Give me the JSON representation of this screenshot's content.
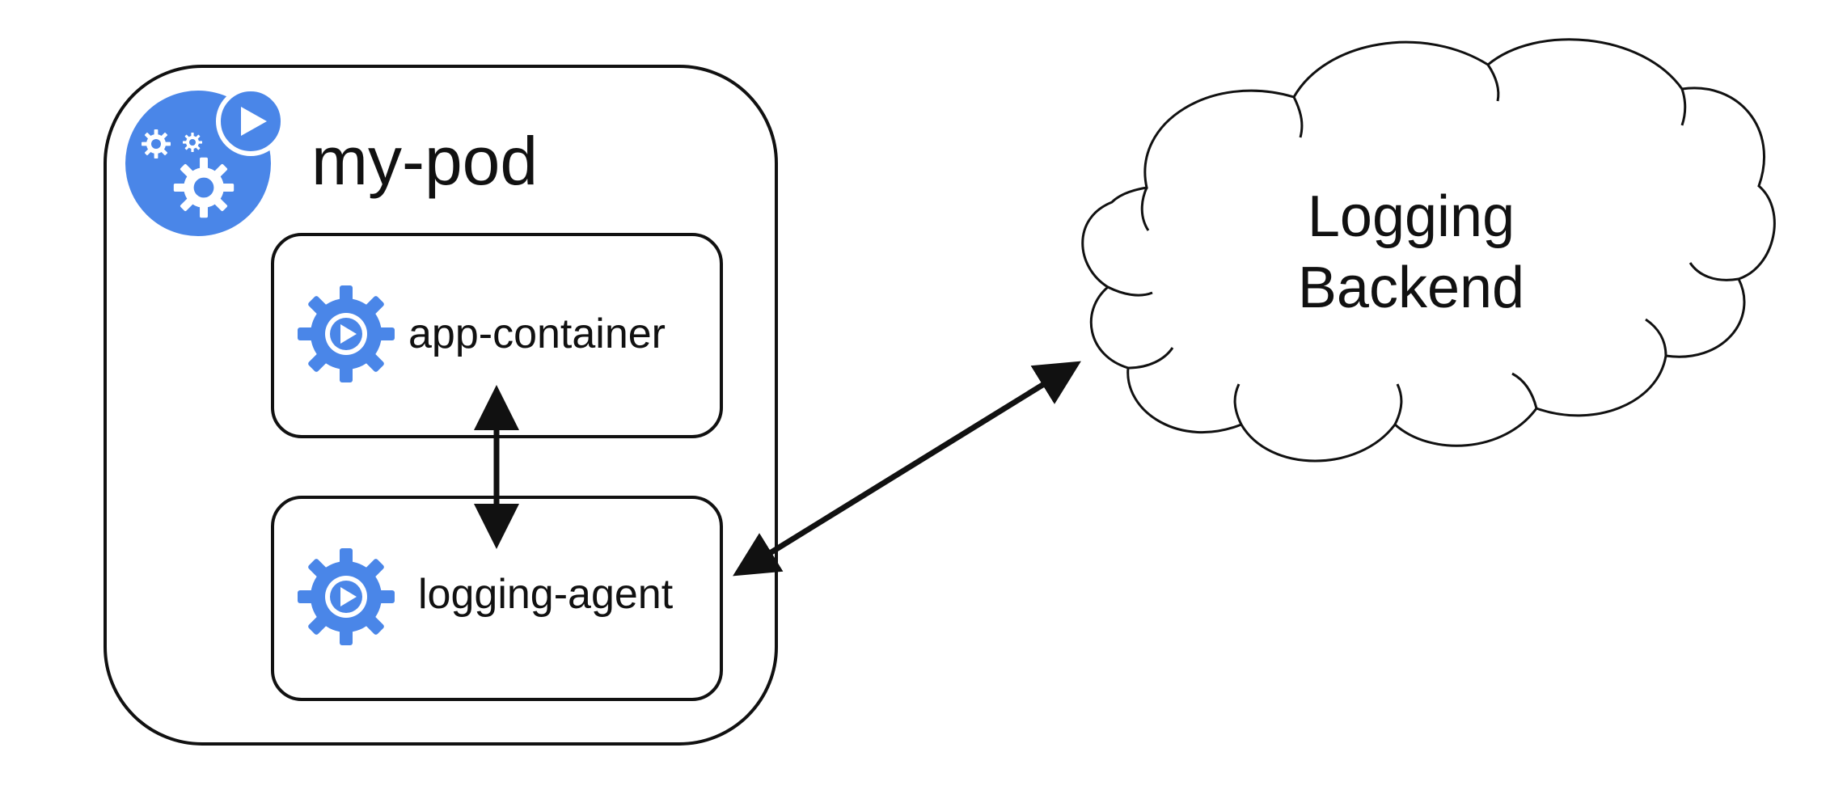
{
  "diagram": {
    "pod": {
      "title": "my-pod",
      "icon": "pod-gears-icon"
    },
    "containers": [
      {
        "label": "app-container",
        "icon": "container-gear-icon"
      },
      {
        "label": "logging-agent",
        "icon": "container-gear-icon"
      }
    ],
    "backend": {
      "line1": "Logging",
      "line2": "Backend"
    }
  },
  "colors": {
    "icon_blue": "#4a86e8",
    "stroke": "#111111",
    "background": "#ffffff"
  }
}
